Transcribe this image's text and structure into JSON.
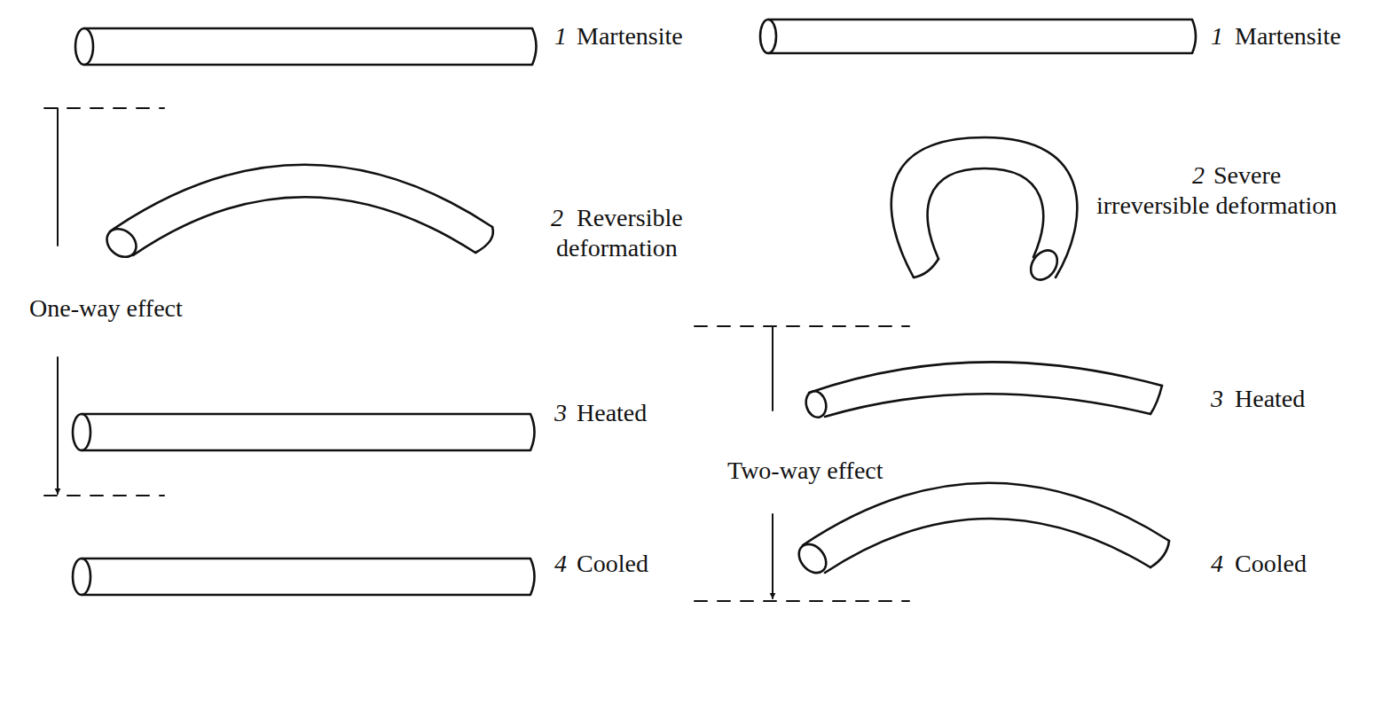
{
  "diagram": {
    "labels": [
      "1",
      "Martensite",
      "2",
      "Reversible deformation",
      "One-way effect",
      "3",
      "Heated",
      "4",
      "Cooled",
      "1",
      "Martensite",
      "2",
      "Severe irreversible deformation",
      "3",
      "Heated",
      "Two-way effect",
      "4",
      "Cooled"
    ]
  }
}
